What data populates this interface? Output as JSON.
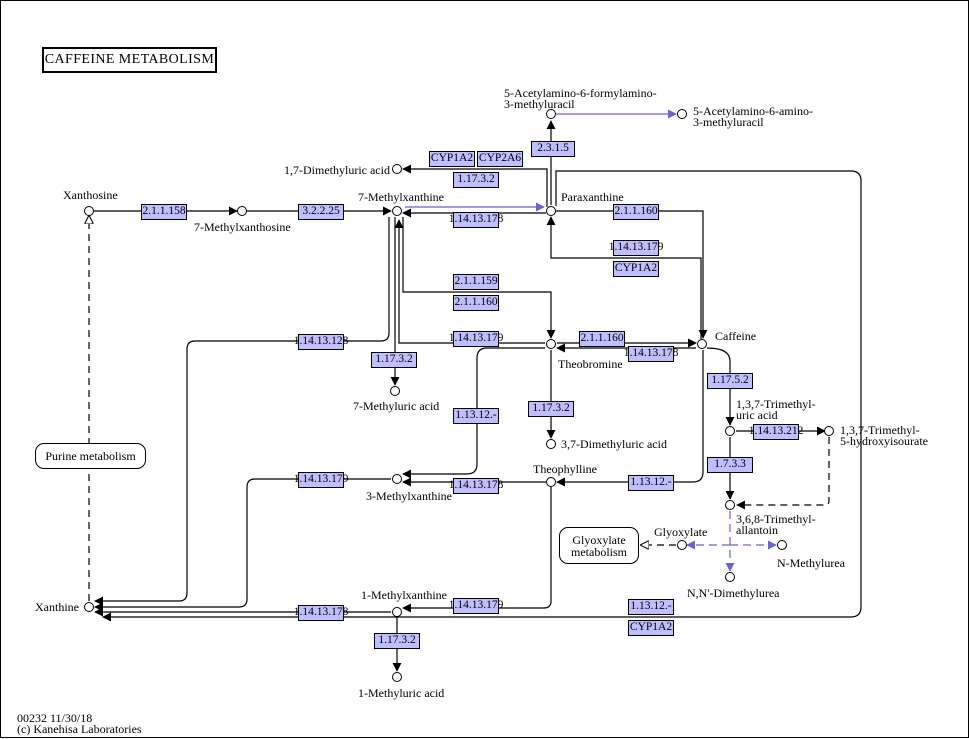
{
  "map_title": "CAFFEINE  METABOLISM",
  "colors": {
    "enzyme_fill": "#bfbfff",
    "line": "#000000",
    "related_link": "#6666cc"
  },
  "enzymes": {
    "e_21158": "2.1.1.158",
    "e_32225": "3.2.2.25",
    "e_2315": "2.3.1.5",
    "e_cyp1a2_top": "CYP1A2",
    "e_cyp2a6": "CYP2A6",
    "e_11732_top": "1.17.3.2",
    "e_114131_78_top": "1.14.13.178",
    "e_21160_a": "2.1.1.160",
    "e_114131_79_a": "1.14.13.179",
    "e_cyp1a2_mid": "CYP1A2",
    "e_21159": "2.1.1.159",
    "e_21160_b": "2.1.1.160",
    "e_114131_28": "1.14.13.128",
    "e_114131_79_b": "1.14.13.179",
    "e_21160_c": "2.1.1.160",
    "e_114131_78_b": "1.14.13.178",
    "e_11732_b": "1.17.3.2",
    "e_11752": "1.17.5.2",
    "e_114132_12": "1.14.13.212",
    "e_113312_a": "1.13.12.-",
    "e_11732_c": "1.17.3.2",
    "e_1733": "1.7.3.3",
    "e_114131_79_c": "1.14.13.179",
    "e_114131_78_c": "1.14.13.178",
    "e_113312_b": "1.13.12.-",
    "e_114131_78_d": "1.14.13.178",
    "e_114131_79_d": "1.14.13.179",
    "e_113312_c": "1.13.12.-",
    "e_cyp1a2_bottom": "CYP1A2",
    "e_11732_d": "1.17.3.2"
  },
  "compounds": {
    "acetylamino_formylamino_line1": "5-Acetylamino-6-formylamino-",
    "acetylamino_formylamino_line2": "3-methyluracil",
    "acetylamino_amino_line1": "5-Acetylamino-6-amino-",
    "acetylamino_amino_line2": "3-methyluracil",
    "dimethyluric_17": "1,7-Dimethyluric acid",
    "xanthosine": "Xanthosine",
    "methylxanthine_7": "7-Methylxanthine",
    "paraxanthine": "Paraxanthine",
    "methylxanthosine_7": "7-Methylxanthosine",
    "caffeine": "Caffeine",
    "theobromine": "Theobromine",
    "methyluric_7": "7-Methyluric acid",
    "trimethyluric_line1": "1,3,7-Trimethyl-",
    "trimethyluric_line2": "uric acid",
    "trimethyl_hydroxy_line1": "1,3,7-Trimethyl-",
    "trimethyl_hydroxy_line2": "5-hydroxyisourate",
    "dimethyluric_37": "3,7-Dimethyluric acid",
    "theophylline": "Theophylline",
    "methylxanthine_3": "3-Methylxanthine",
    "trimethylallantoin_line1": "3,6,8-Trimethyl-",
    "trimethylallantoin_line2": "allantoin",
    "glyoxylate": "Glyoxylate",
    "n_methylurea": "N-Methylurea",
    "nn_dimethylurea": "N,N'-Dimethylurea",
    "xanthine": "Xanthine",
    "methylxanthine_1": "1-Methylxanthine",
    "methyluric_1": "1-Methyluric acid"
  },
  "related_maps": {
    "purine_metabolism": "Purine metabolism",
    "glyoxylate_line1": "Glyoxylate",
    "glyoxylate_line2": "metabolism"
  },
  "footer": {
    "map_id_date": "00232 11/30/18",
    "copyright": "(c) Kanehisa Laboratories"
  }
}
